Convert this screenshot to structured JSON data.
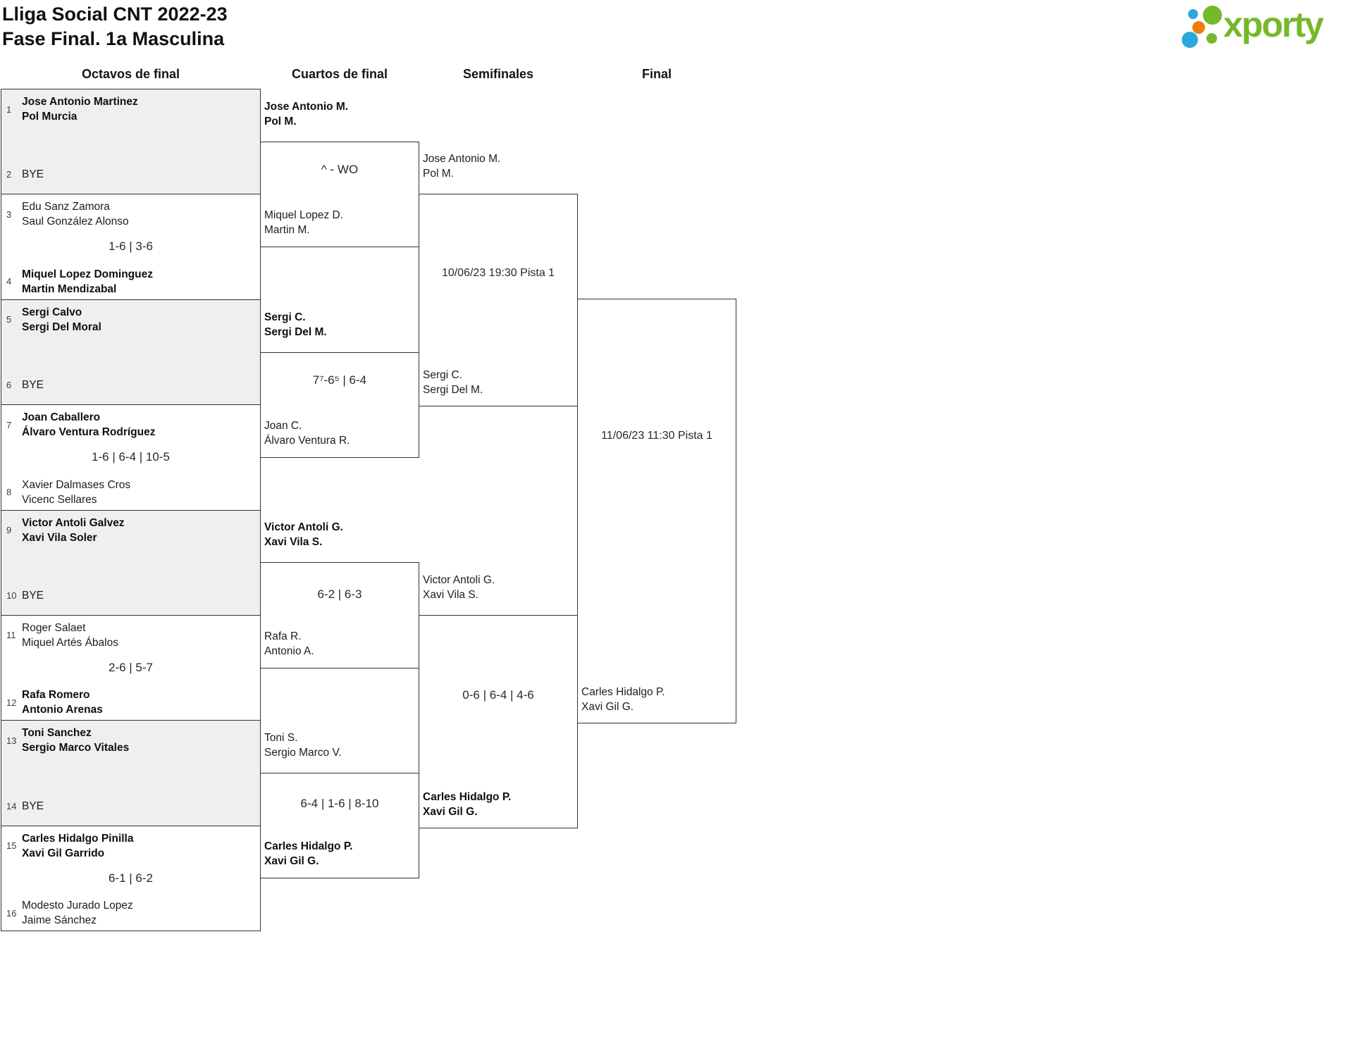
{
  "title": {
    "line1": "Lliga Social CNT 2022-23",
    "line2": "Fase Final. 1a Masculina"
  },
  "logo": {
    "text": "xporty"
  },
  "rounds": {
    "r16": "Octavos de final",
    "qf": "Cuartos de final",
    "sf": "Semifinales",
    "f": "Final"
  },
  "bracket": {
    "r16": [
      {
        "seed_top": "1",
        "top": [
          "Jose Antonio Martinez",
          "Pol Murcia"
        ],
        "score": "",
        "seed_bottom": "2",
        "bottom": [
          "BYE"
        ]
      },
      {
        "seed_top": "3",
        "top": [
          "Edu Sanz Zamora",
          "Saul González Alonso"
        ],
        "score": "1-6 | 3-6",
        "seed_bottom": "4",
        "bottom": [
          "Miquel Lopez Dominguez",
          "Martin Mendizabal"
        ]
      },
      {
        "seed_top": "5",
        "top": [
          "Sergi Calvo",
          "Sergi Del Moral"
        ],
        "score": "",
        "seed_bottom": "6",
        "bottom": [
          "BYE"
        ]
      },
      {
        "seed_top": "7",
        "top": [
          "Joan Caballero",
          "Álvaro Ventura Rodríguez"
        ],
        "score": "1-6 | 6-4 | 10-5",
        "seed_bottom": "8",
        "bottom": [
          "Xavier Dalmases Cros",
          "Vicenc Sellares"
        ]
      },
      {
        "seed_top": "9",
        "top": [
          "Victor Antoli Galvez",
          "Xavi Vila Soler"
        ],
        "score": "",
        "seed_bottom": "10",
        "bottom": [
          "BYE"
        ]
      },
      {
        "seed_top": "11",
        "top": [
          "Roger Salaet",
          "Miquel Artés Ábalos"
        ],
        "score": "2-6 | 5-7",
        "seed_bottom": "12",
        "bottom": [
          "Rafa Romero",
          "Antonio Arenas"
        ]
      },
      {
        "seed_top": "13",
        "top": [
          "Toni Sanchez",
          "Sergio Marco Vitales"
        ],
        "score": "",
        "seed_bottom": "14",
        "bottom": [
          "BYE"
        ]
      },
      {
        "seed_top": "15",
        "top": [
          "Carles Hidalgo Pinilla",
          "Xavi Gil Garrido"
        ],
        "score": "6-1 | 6-2",
        "seed_bottom": "16",
        "bottom": [
          "Modesto Jurado Lopez",
          "Jaime Sánchez"
        ]
      }
    ],
    "qf": [
      {
        "top": [
          "Jose Antonio M.",
          "Pol M."
        ],
        "score": "^ - WO",
        "bottom": [
          "Miquel Lopez D.",
          "Martin M."
        ]
      },
      {
        "top": [
          "Sergi C.",
          "Sergi Del M."
        ],
        "score": "7⁷-6⁵ | 6-4",
        "bottom": [
          "Joan C.",
          "Álvaro Ventura R."
        ]
      },
      {
        "top": [
          "Victor Antoli G.",
          "Xavi Vila S."
        ],
        "score": "6-2 | 6-3",
        "bottom": [
          "Rafa R.",
          "Antonio A."
        ]
      },
      {
        "top": [
          "Toni S.",
          "Sergio Marco V."
        ],
        "score": "6-4 | 1-6 | 8-10",
        "bottom": [
          "Carles Hidalgo P.",
          "Xavi Gil G."
        ]
      }
    ],
    "sf": [
      {
        "top": [
          "Jose Antonio M.",
          "Pol M."
        ],
        "score": "10/06/23 19:30 Pista 1",
        "bottom": [
          "Sergi C.",
          "Sergi Del M."
        ]
      },
      {
        "top": [
          "Victor Antoli G.",
          "Xavi Vila S."
        ],
        "score": "0-6 | 6-4 | 4-6",
        "bottom": [
          "Carles Hidalgo P.",
          "Xavi Gil G."
        ]
      }
    ],
    "final": {
      "score": "11/06/23 11:30 Pista 1",
      "bottom": [
        "Carles Hidalgo P.",
        "Xavi Gil G."
      ]
    }
  },
  "colors": {
    "accent_green": "#76b82a",
    "accent_blue": "#29a8e0",
    "accent_orange": "#ee7d11",
    "box_gray": "#efefef",
    "line": "#333333",
    "text": "#1d1d1d"
  }
}
